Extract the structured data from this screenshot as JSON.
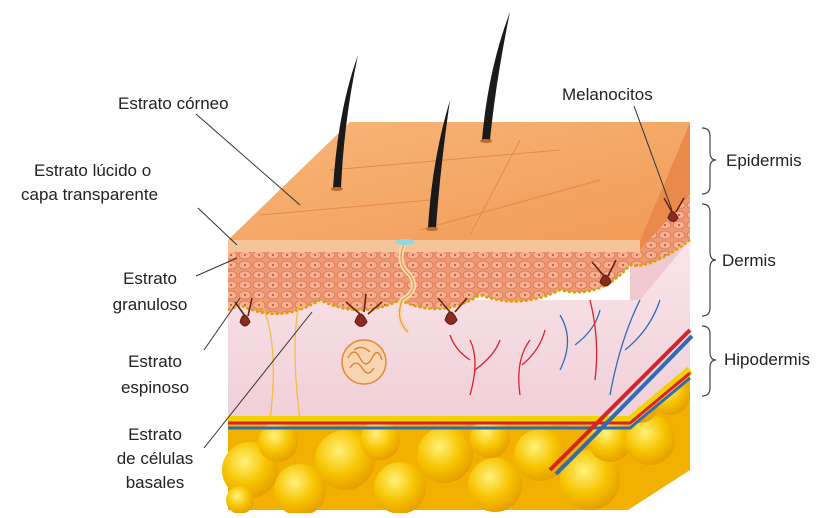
{
  "labels": {
    "estrato_corneo": "Estrato córneo",
    "estrato_lucido_line1": "Estrato lúcido o",
    "estrato_lucido_line2": "capa transparente",
    "estrato_granuloso_line1": "Estrato",
    "estrato_granuloso_line2": "granuloso",
    "estrato_espinoso_line1": "Estrato",
    "estrato_espinoso_line2": "espinoso",
    "estrato_basales_line1": "Estrato",
    "estrato_basales_line2": "de células",
    "estrato_basales_line3": "basales",
    "melanocitos": "Melanocitos",
    "epidermis": "Epidermis",
    "dermis": "Dermis",
    "hipodermis": "Hipodermis"
  },
  "colors": {
    "surface": "#f4a25c",
    "epidermis_cells": "#e8845f",
    "dermis": "#f6dbe2",
    "fat": "#f5b800",
    "artery": "#d8232a",
    "vein": "#2e6db5",
    "hair": "#1a1a1a"
  }
}
